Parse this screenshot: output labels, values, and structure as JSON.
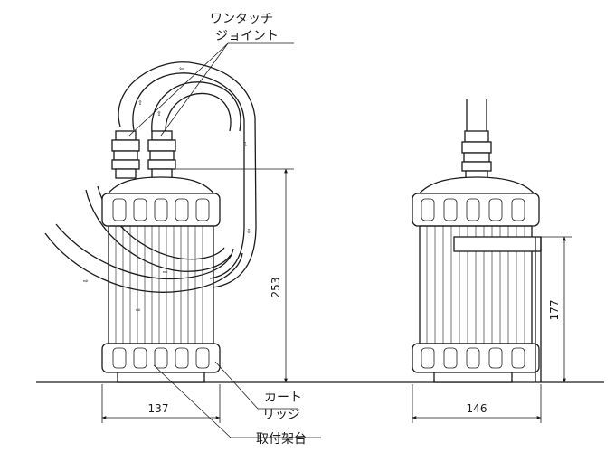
{
  "labels": {
    "one_touch_joint_line1": "ワンタッチ",
    "one_touch_joint_line2": "ジョイント",
    "cartridge_line1": "カート",
    "cartridge_line2": "リッジ",
    "mount_base": "取付架台"
  },
  "dimensions": {
    "height": "253",
    "front_width": "137",
    "side_width": "146",
    "side_height": "177"
  },
  "colors": {
    "line": "#1a1a1a",
    "background": "#ffffff"
  }
}
